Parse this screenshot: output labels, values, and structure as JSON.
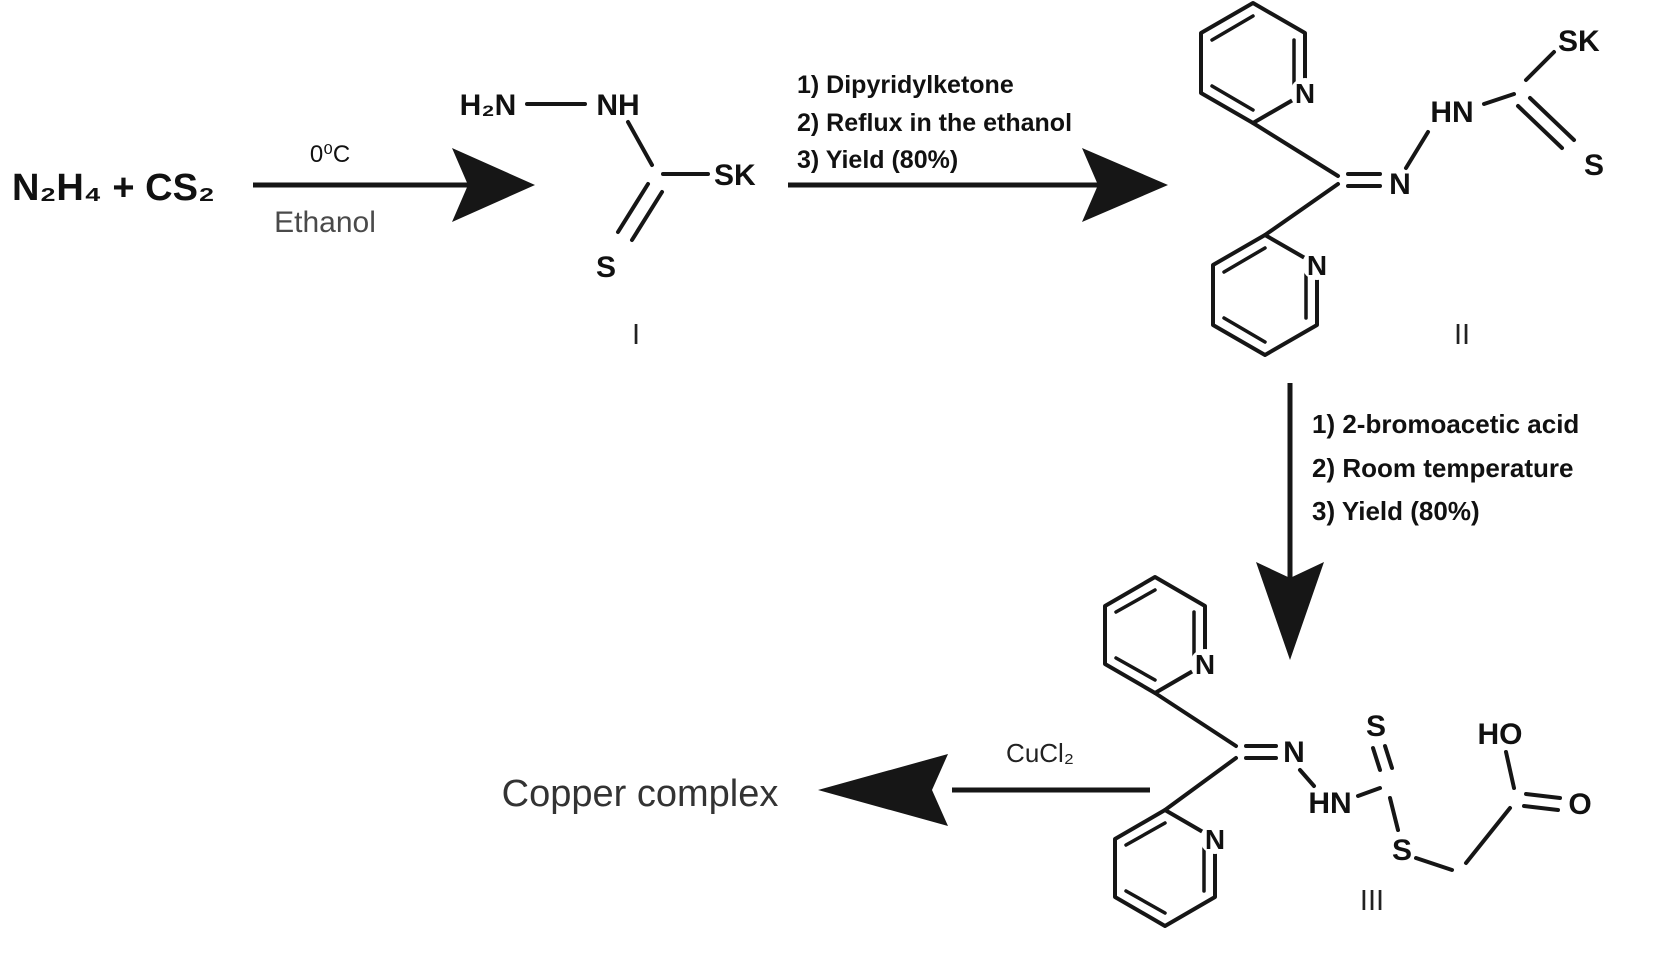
{
  "scheme": {
    "reactants": "N₂H₄ + CS₂",
    "step1": {
      "temperature": "0⁰C",
      "solvent": "Ethanol"
    },
    "compound_I": {
      "h2n": "H₂N",
      "nh": "NH",
      "sk": "SK",
      "s": "S",
      "label": "I"
    },
    "step2": {
      "conditions": [
        "1) Dipyridylketone",
        "2) Reflux in the ethanol",
        "3) Yield (80%)"
      ]
    },
    "compound_II": {
      "n_ring_top": "N",
      "n_ring_bottom": "N",
      "n_imine": "N",
      "hn": "HN",
      "sk": "SK",
      "s": "S",
      "label": "II"
    },
    "step3": {
      "conditions": [
        "1) 2-bromoacetic acid",
        "2) Room temperature",
        "3) Yield (80%)"
      ]
    },
    "compound_III": {
      "n_ring_top": "N",
      "n_ring_bottom": "N",
      "n_imine": "N",
      "hn": "HN",
      "s_thione": "S",
      "s_thioether": "S",
      "ho": "HO",
      "o": "O",
      "label": "III"
    },
    "step4": {
      "reagent": "CuCl₂"
    },
    "product": "Copper complex"
  }
}
